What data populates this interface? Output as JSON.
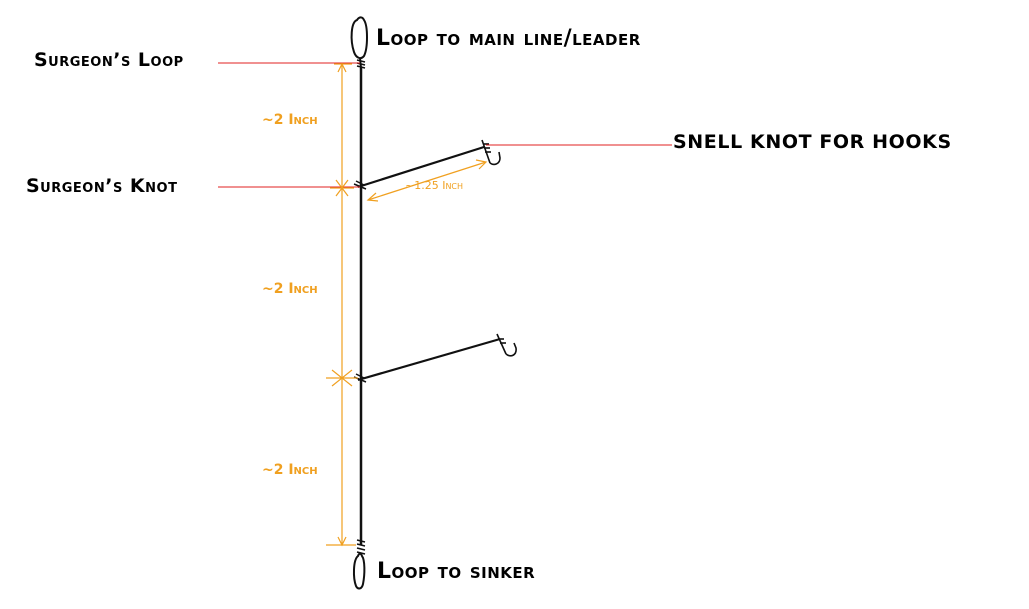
{
  "labels": {
    "loop_main": "Loop to main line/leader",
    "surgeons_loop": "Surgeon’s Loop",
    "snell_knot": "SNELL KNOT FOR HOOKS",
    "surgeons_knot": "Surgeon’s Knot",
    "loop_sinker": "Loop to sinker"
  },
  "dimensions": {
    "top_gap": "~2 Inch",
    "middle_gap": "~2 Inch",
    "bottom_gap": "~2 Inch",
    "dropper_length": "~1.25 Inch"
  },
  "colors": {
    "line": "#111111",
    "leader": "#e02020",
    "dimension": "#f0a020"
  }
}
